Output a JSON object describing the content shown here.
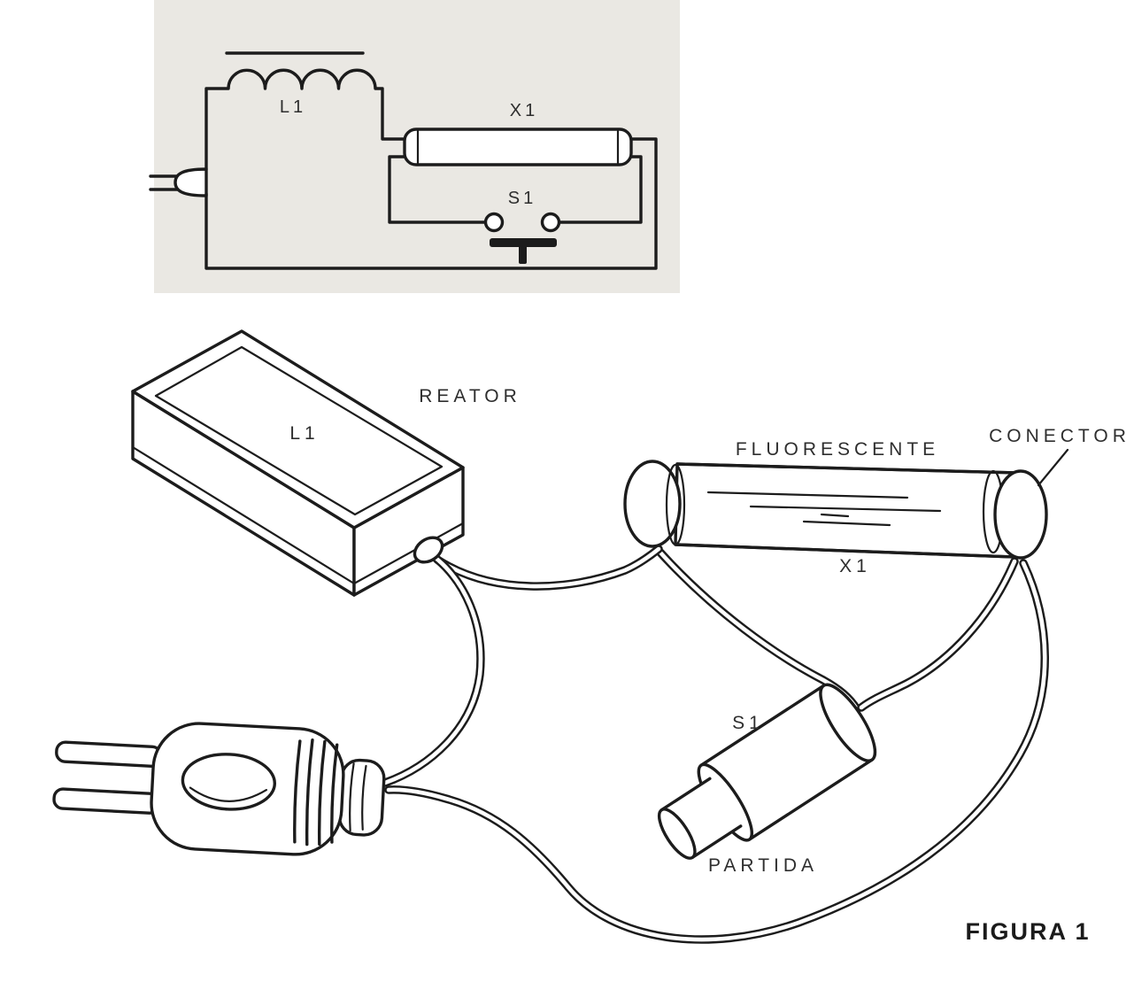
{
  "colors": {
    "ink": "#1c1c1c",
    "paper": "#ffffff",
    "panel": "#eae8e3"
  },
  "schematic": {
    "inductor": "L1",
    "tube": "X1",
    "switch": "S1"
  },
  "pictorial": {
    "ballast_title": "REATOR",
    "ballast": "L1",
    "tube_title": "FLUORESCENTE",
    "connector": "CONECTOR",
    "tube": "X1",
    "starter": "S1",
    "starter_title": "PARTIDA"
  },
  "caption": "FIGURA 1"
}
